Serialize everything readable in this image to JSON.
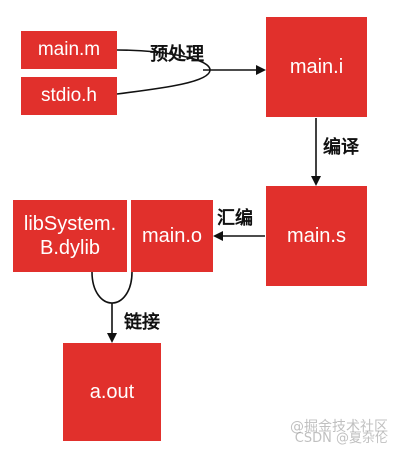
{
  "nodes": {
    "main_m": "main.m",
    "stdio_h": "stdio.h",
    "main_i": "main.i",
    "main_s": "main.s",
    "main_o": "main.o",
    "libsystem_line1": "libSystem.",
    "libsystem_line2": "B.dylib",
    "a_out": "a.out"
  },
  "edges": {
    "preprocess": "预处理",
    "compile": "编译",
    "assemble": "汇编",
    "link": "链接"
  },
  "watermark": {
    "line1": "@掘金技术社区",
    "line2": "CSDN @夏杂伦"
  },
  "colors": {
    "box": "#e1302c",
    "text": "#ffffff",
    "line": "#111111"
  }
}
